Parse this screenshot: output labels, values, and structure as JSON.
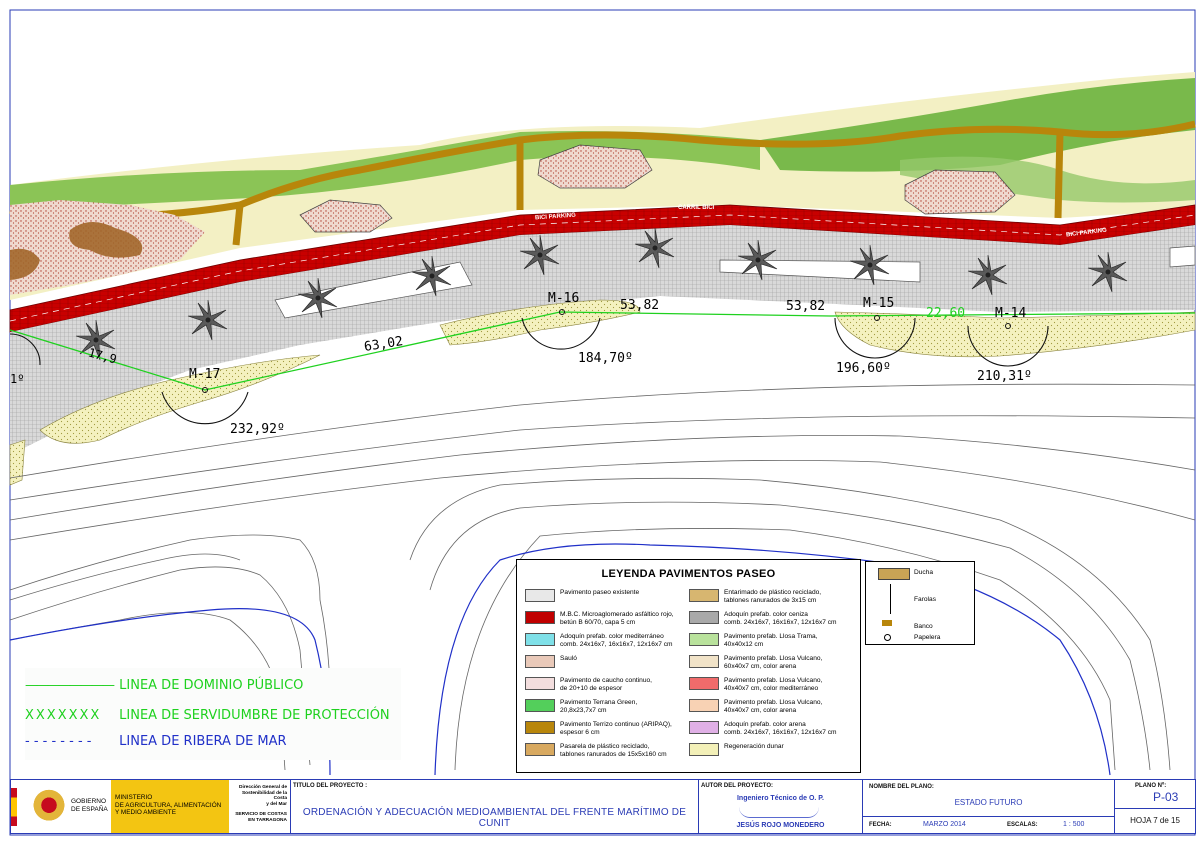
{
  "plan": {
    "markers": [
      {
        "id": "M-17",
        "angle": "232,92º"
      },
      {
        "id": "M-16",
        "angle": "184,70º"
      },
      {
        "id": "M-15",
        "angle": "196,60º"
      },
      {
        "id": "M-14",
        "angle": "210,31º"
      }
    ],
    "distances": [
      "63,02",
      "53,82",
      "53,82",
      "22,60",
      "17,9"
    ],
    "edge_angle": "1º",
    "labels": {
      "bike_lane": "CARRIL BICI",
      "bike_parking": "BICI PARKING"
    }
  },
  "legend": {
    "title": "LEYENDA PAVIMENTOS PASEO",
    "left_items": [
      {
        "text": "Pavimento paseo existente",
        "swatch": "#e8e8e8"
      },
      {
        "text": "M.B.C. Microaglomerado asfáltico rojo,\nbetún B 60/70, capa 5 cm",
        "swatch": "#c00000"
      },
      {
        "text": "Adoquín prefab. color mediterráneo\ncomb. 24x16x7, 16x16x7, 12x16x7 cm",
        "swatch": "#7fe0e8"
      },
      {
        "text": "Sauló",
        "swatch": "#e9c9b9"
      },
      {
        "text": "Pavimento de caucho continuo,\nde 20+10 de espesor",
        "swatch": "#f3dede"
      },
      {
        "text": "Pavimento Terrana Green,\n20,8x23,7x7 cm",
        "swatch": "#53cf5b"
      },
      {
        "text": "Pavimento Terrizo continuo (ARIPAQ),\nespesor 6 cm",
        "swatch": "#b8860b"
      },
      {
        "text": "Pasarela de plástico reciclado,\ntablones ranurados de 15x5x160 cm",
        "swatch": "#d8a960"
      }
    ],
    "right_items": [
      {
        "text": "Entarimado de plástico reciclado,\ntablones ranurados de 3x15 cm",
        "swatch": "#d7b670"
      },
      {
        "text": "Adoquín prefab. color ceniza\ncomb. 24x16x7, 16x16x7, 12x16x7 cm",
        "swatch": "#a9a9a9"
      },
      {
        "text": "Pavimento prefab. Llosa Trama,\n40x40x12 cm",
        "swatch": "#b9e29c"
      },
      {
        "text": "Pavimento prefab. Llosa Vulcano,\n60x40x7 cm, color arena",
        "swatch": "#f1e3c8"
      },
      {
        "text": "Pavimento prefab. Llosa Vulcano,\n40x40x7 cm, color mediterráneo",
        "swatch": "#f06b6b"
      },
      {
        "text": "Pavimento prefab. Llosa Vulcano,\n40x40x7 cm, color arena",
        "swatch": "#f8d2b4"
      },
      {
        "text": "Adoquín prefab. color arena\ncomb. 24x16x7, 16x16x7, 12x16x7 cm",
        "swatch": "#e0b0e6"
      },
      {
        "text": "Regeneración dunar",
        "swatch": "#f3f0b8"
      }
    ]
  },
  "furniture": {
    "ducha": "Ducha",
    "farolas": "Farolas",
    "banco": "Banco",
    "papelera": "Papelera"
  },
  "lines": {
    "dominio": {
      "symbol": "————————",
      "label": "LINEA DE DOMINIO PÚBLICO",
      "color": "#1fd11f"
    },
    "servidumbre": {
      "symbol": "XXXXXXX",
      "label": "LINEA DE SERVIDUMBRE DE PROTECCIÓN",
      "color": "#1fd11f"
    },
    "ribera": {
      "symbol": "- - - - - - - -",
      "label": "LINEA DE RIBERA DE MAR",
      "color": "#2030c8"
    }
  },
  "titleblock": {
    "gov_1": "GOBIERNO",
    "gov_2": "DE ESPAÑA",
    "ministry": "MINISTERIO\nDE AGRICULTURA, ALIMENTACIÓN\nY MEDIO AMBIENTE",
    "directorate": "Dirección General de\nSostenibilidad de la Costa\ny del Mar",
    "service": "SERVICIO DE COSTAS\nEN TARRAGONA",
    "project_caption": "TITULO DEL PROYECTO :",
    "project_title": "ORDENACIÓN Y ADECUACIÓN MEDIOAMBIENTAL DEL FRENTE MARÍTIMO DE CUNIT",
    "author_caption": "AUTOR DEL PROYECTO:",
    "author_role": "Ingeniero Técnico de O. P.",
    "author_name": "JESÚS ROJO MONEDERO",
    "plan_caption": "NOMBRE DEL PLANO:",
    "plan_name": "ESTADO FUTURO",
    "date_caption": "FECHA:",
    "date": "MARZO 2014",
    "scale_caption": "ESCALAS:",
    "scale": "1 : 500",
    "sheet_caption": "PLANO Nº:",
    "sheet_no": "P-03",
    "page": "HOJA 7 de 15"
  }
}
